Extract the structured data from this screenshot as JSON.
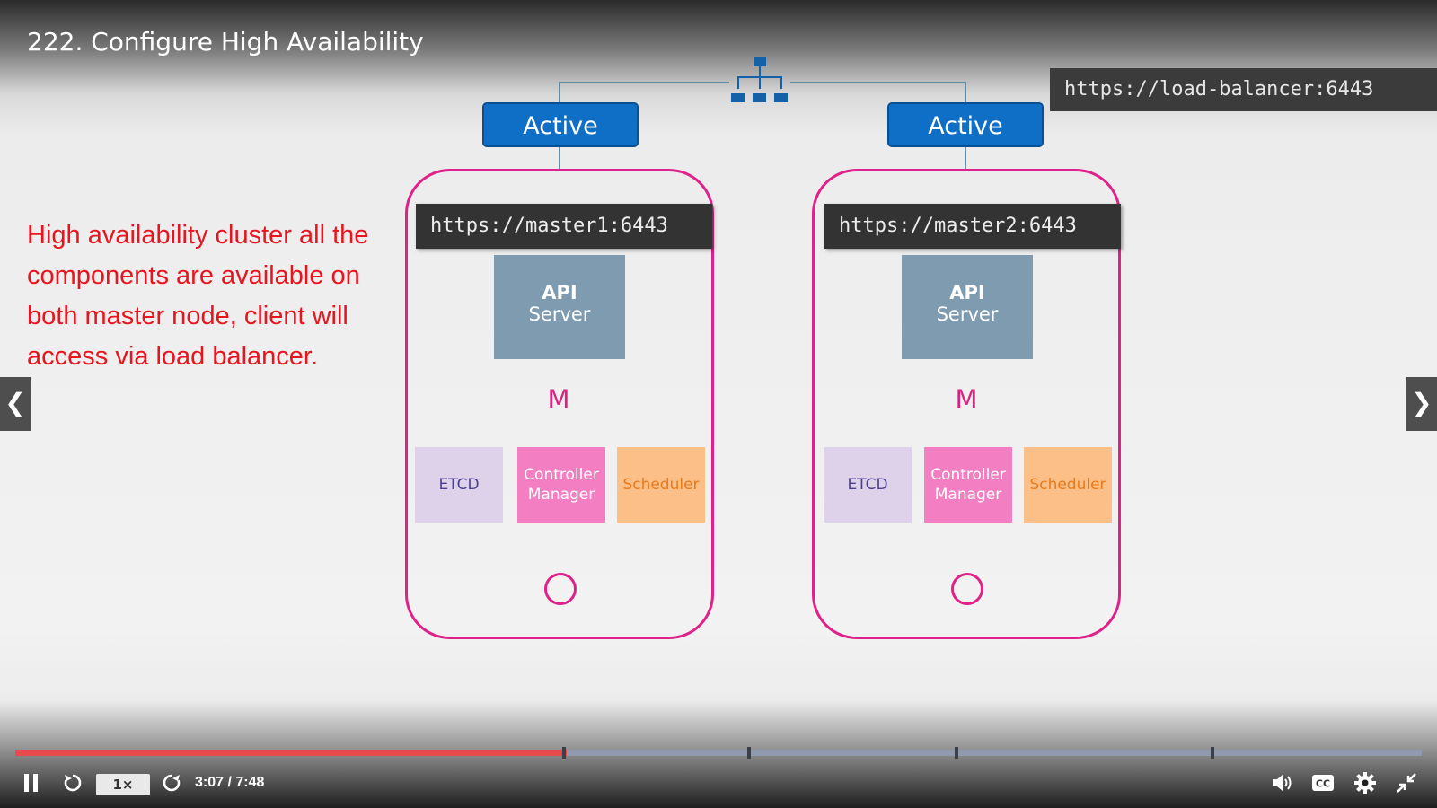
{
  "video": {
    "title": "222. Configure High Availability",
    "load_balancer_url": "https://load-balancer:6443",
    "note": "High availability cluster all the components are available on both master node, client will access via load balancer.",
    "nodes": [
      {
        "status": "Active",
        "url": "https://master1:6443",
        "api_line1": "API",
        "api_line2": "Server",
        "label": "M",
        "components": [
          "ETCD",
          "Controller Manager",
          "Scheduler"
        ]
      },
      {
        "status": "Active",
        "url": "https://master2:6443",
        "api_line1": "API",
        "api_line2": "Server",
        "label": "M",
        "components": [
          "ETCD",
          "Controller Manager",
          "Scheduler"
        ]
      }
    ],
    "colors": {
      "accent_pink": "#e0218a",
      "active_blue": "#0f6fc6",
      "note_red": "#e8141e",
      "progress_red": "#e84b4b"
    }
  },
  "player": {
    "speed": "1×",
    "time": "3:07 / 7:48",
    "progress": 0.392,
    "chapter_markers": [
      0.39,
      0.522,
      0.669,
      0.851
    ],
    "icons": [
      "pause-icon",
      "rewind-icon",
      "forward-icon",
      "volume-icon",
      "captions-icon",
      "settings-icon",
      "exit-fullscreen-icon",
      "prev-arrow-icon",
      "next-arrow-icon"
    ]
  }
}
